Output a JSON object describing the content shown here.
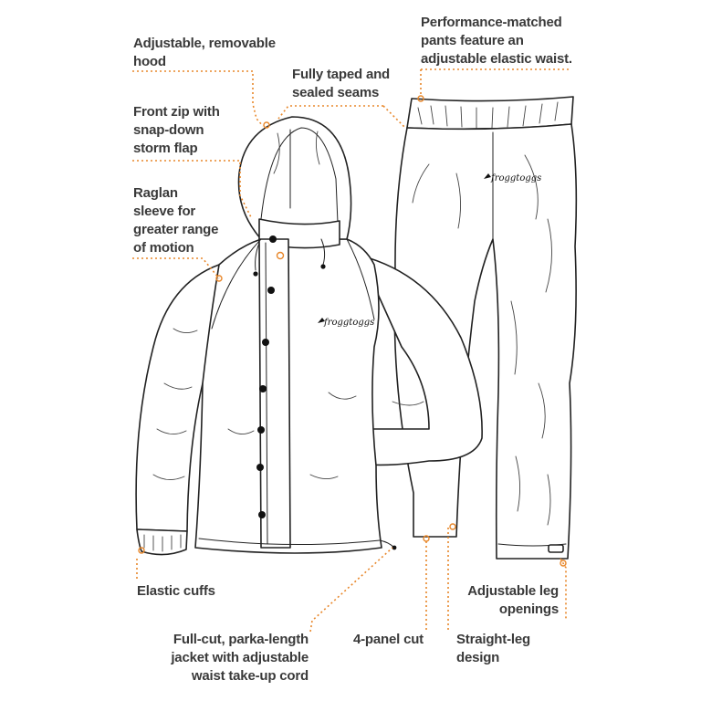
{
  "brand": {
    "logo_text": "froggtoggs",
    "accent_color": "#e8872a",
    "line_color": "#222222",
    "text_color": "#3a3a3a"
  },
  "callouts": {
    "hood": "Adjustable, removable\nhood",
    "seams": "Fully taped and\nsealed seams",
    "pants_waist": "Performance-matched\npants feature an\nadjustable elastic waist.",
    "front_zip": "Front zip with\nsnap-down\nstorm flap",
    "raglan": "Raglan\nsleeve for\ngreater range\nof motion",
    "cuffs": "Elastic cuffs",
    "leg_openings": "Adjustable leg\nopenings",
    "jacket_length": "Full-cut, parka-length\njacket with adjustable\nwaist take-up cord",
    "panel_cut": "4-panel cut",
    "straight_leg": "Straight-leg\ndesign"
  }
}
